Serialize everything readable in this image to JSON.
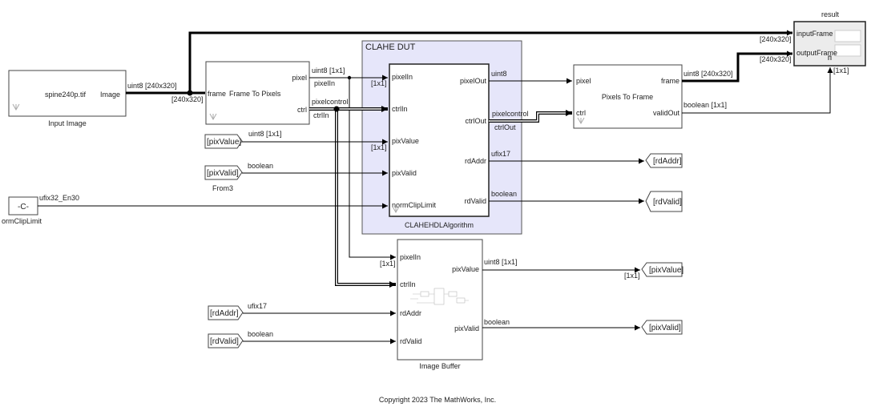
{
  "subsystem": {
    "label": "CLAHE DUT"
  },
  "blocks": {
    "input_image": {
      "file": "spine240p.tif",
      "port": "Image",
      "name": "Input Image"
    },
    "frame_to_pixels": {
      "title": "Frame To Pixels",
      "in_port": "frame",
      "out_pixel": "pixel",
      "out_ctrl": "ctrl"
    },
    "clahe": {
      "name": "CLAHEHDLAlgorithm",
      "in_ports": [
        "pixelIn",
        "ctrlIn",
        "pixValue",
        "pixValid",
        "normClipLimit"
      ],
      "out_ports": [
        "pixelOut",
        "ctrlOut",
        "rdAddr",
        "rdValid"
      ]
    },
    "pixels_to_frame": {
      "title": "Pixels To Frame",
      "in_pixel": "pixel",
      "in_ctrl": "ctrl",
      "out_frame": "frame",
      "out_valid": "validOut"
    },
    "result": {
      "name": "result",
      "in1": "inputFrame",
      "in2": "outputFrame"
    },
    "image_buffer": {
      "name": "Image Buffer",
      "in_ports": [
        "pixelIn",
        "ctrlIn",
        "rdAddr",
        "rdValid"
      ],
      "out_ports": [
        "pixValue",
        "pixValid"
      ]
    },
    "const_block": {
      "value": "-C-",
      "name": "ormClipLimit"
    },
    "from3_name": "From3"
  },
  "tags": {
    "from_pixvalue": "[pixValue]",
    "from_pixvalid": "[pixValid]",
    "from_rdaddr": "[rdAddr]",
    "from_rdvalid": "[rdValid]",
    "goto_rdaddr": "[rdAddr]",
    "goto_rdvalid": "[rdValid]",
    "goto_pixvalue": "[pixValue]",
    "goto_pixvalid": "[pixValid]"
  },
  "signals": {
    "img_type": "uint8 [240x320]",
    "img_dim": "[240x320]",
    "pix_type": "uint8 [1x1]",
    "pixelIn": "pixelIn",
    "dim1x1": "[1x1]",
    "pixelcontrol": "pixelcontrol",
    "ctrlIn": "ctrlIn",
    "uint8": "uint8",
    "ctrlOut": "ctrlOut",
    "ufix17": "ufix17",
    "boolean": "boolean",
    "ufix32": "ufix32_En30",
    "frame_type": "uint8 [240x320]",
    "boolean_1x1": "boolean [1x1]",
    "result_dim1": "[240x320]",
    "result_dim2": "[240x320]",
    "result_dim3": "[1x1]"
  },
  "footer": {
    "copyright": "Copyright 2023 The MathWorks, Inc."
  }
}
